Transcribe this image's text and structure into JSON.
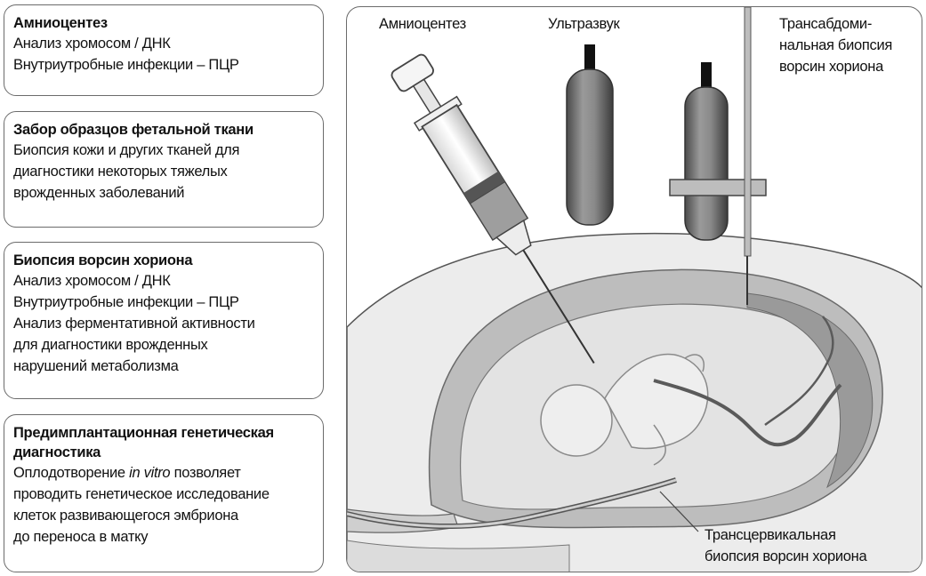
{
  "cards": [
    {
      "title": "Амниоцентез",
      "lines": [
        "Анализ хромосом / ДНК",
        "Внутриутробные инфекции – ПЦР"
      ]
    },
    {
      "title": "Забор образцов фетальной ткани",
      "lines": [
        "Биопсия кожи и других тканей для",
        "диагностики некоторых тяжелых",
        "врожденных заболеваний"
      ]
    },
    {
      "title": "Биопсия ворсин хориона",
      "lines": [
        "Анализ хромосом / ДНК",
        "Внутриутробные инфекции – ПЦР",
        "Анализ ферментативной активности",
        "для диагностики врожденных",
        "нарушений метаболизма"
      ]
    },
    {
      "title_lines": [
        "Предимплантационная генетическая",
        "диагностика"
      ],
      "line1_prefix": "Оплодотворение ",
      "line1_italic": "in vitro",
      "line1_suffix": " позволяет",
      "lines": [
        "проводить генетическое исследование",
        "клеток развивающегося эмбриона",
        "до переноса в матку"
      ]
    }
  ],
  "diagram": {
    "labels": {
      "amnio": "Амниоцентез",
      "ultrasound": "Ультразвук",
      "transab": [
        "Трансабдоми-",
        "нальная биопсия",
        "ворсин хориона"
      ],
      "transcervical": [
        "Трансцервикальная",
        "биопсия ворсин хориона"
      ]
    }
  }
}
